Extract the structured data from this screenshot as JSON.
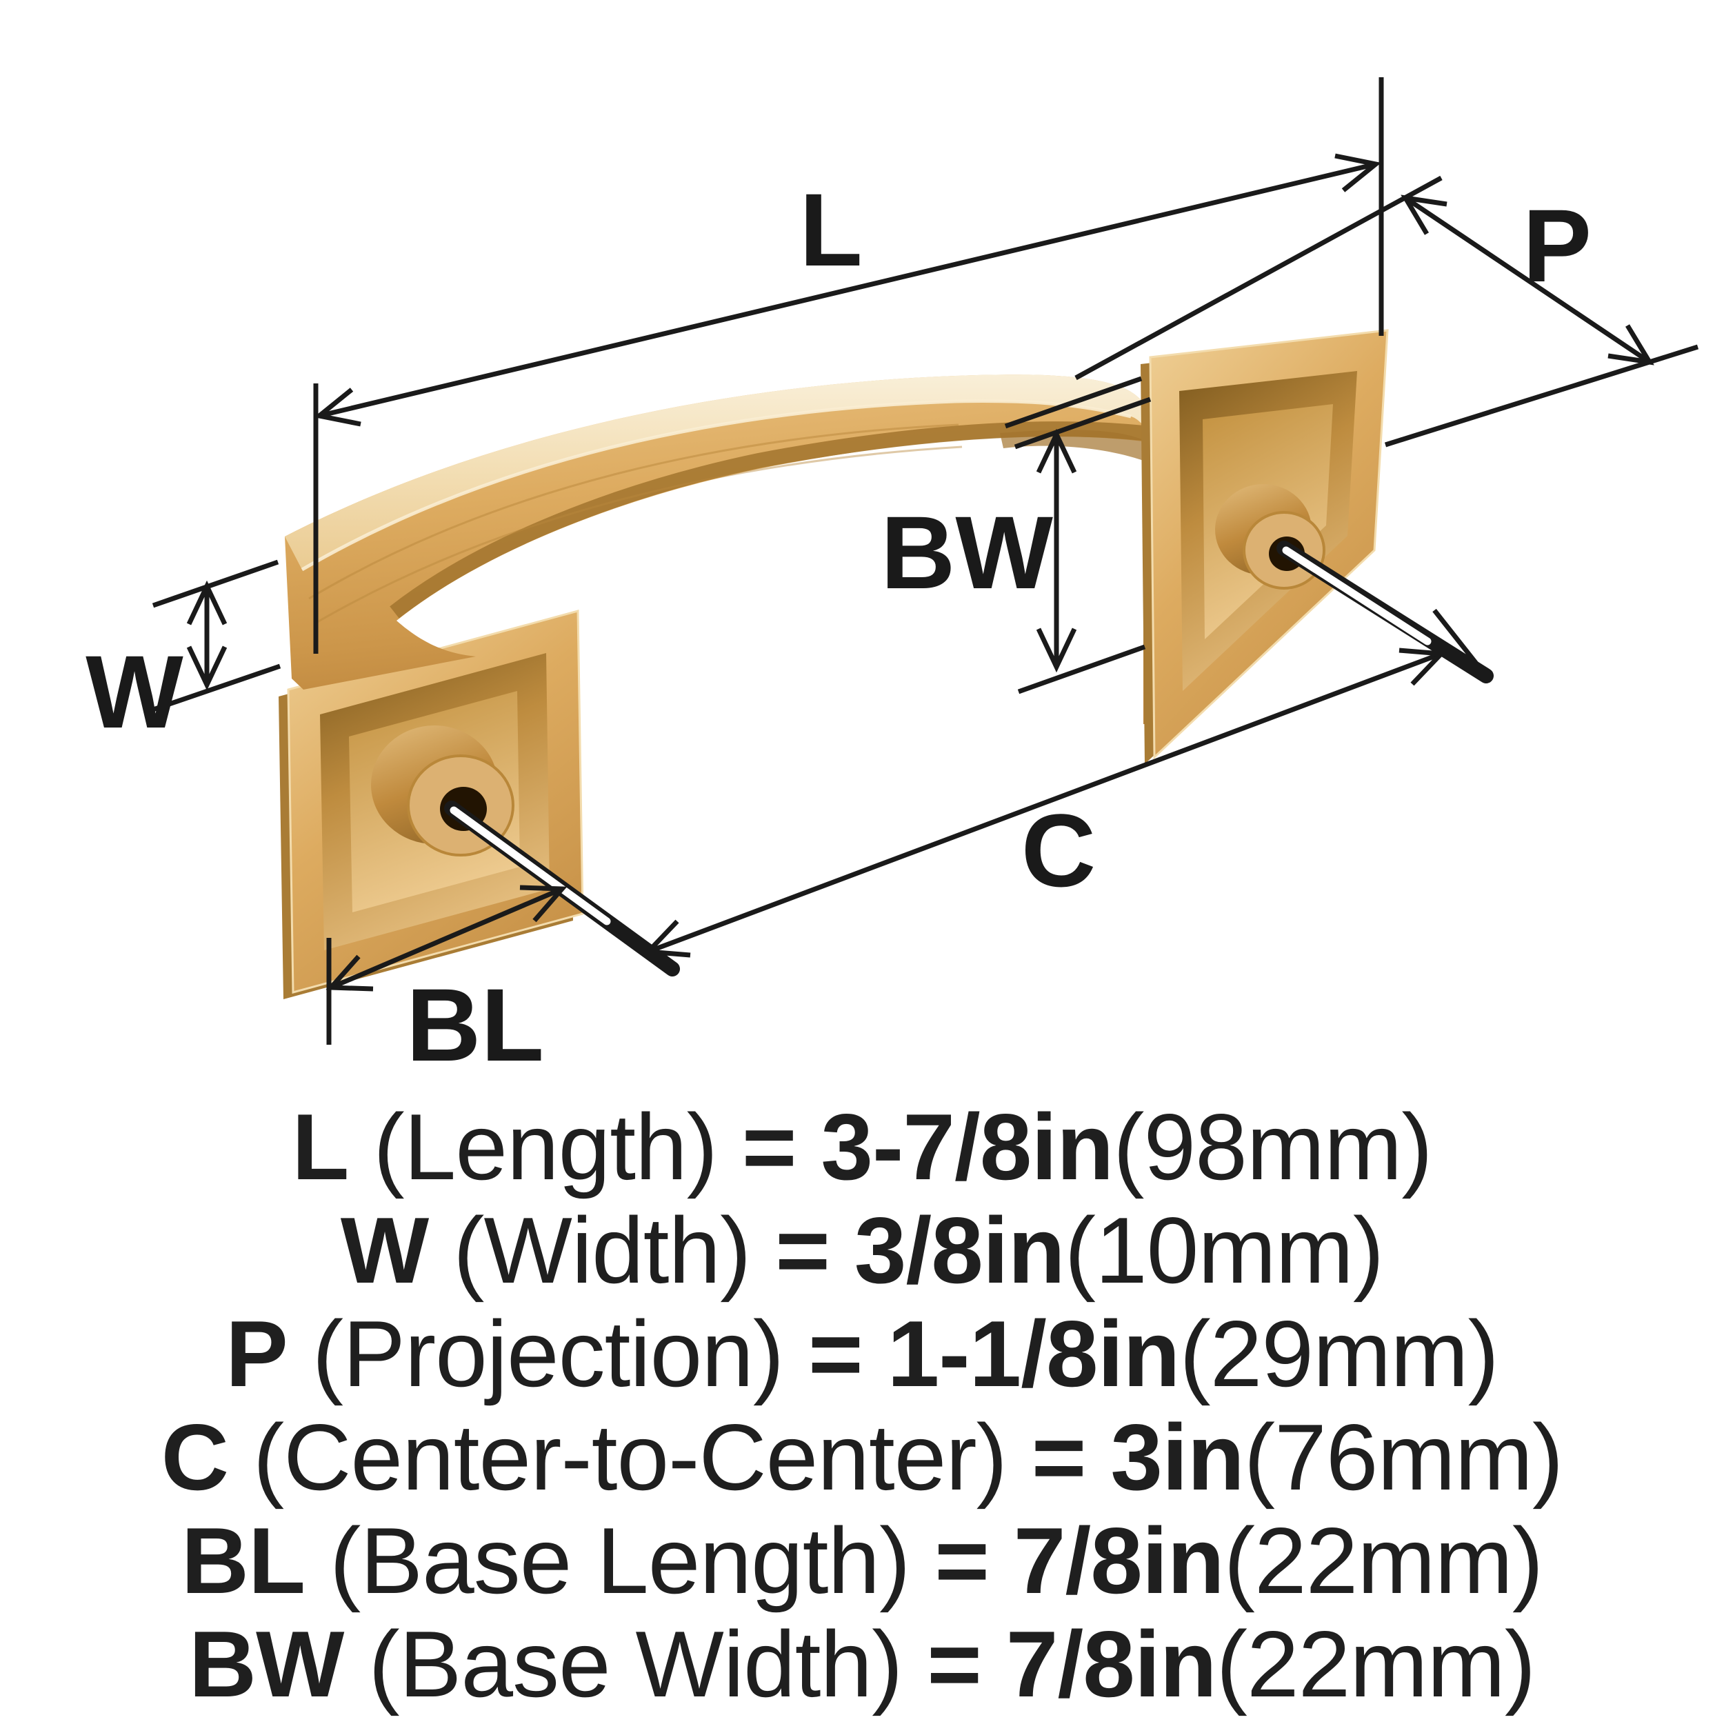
{
  "diagram": {
    "labels": {
      "l": "L",
      "w": "W",
      "p": "P",
      "c": "C",
      "bl": "BL",
      "bw": "BW"
    },
    "colors": {
      "brass_light": "#F6E7C6",
      "brass_mid": "#DDAB60",
      "brass_dark": "#A2742E",
      "dimension_line": "#1A1A1A",
      "background": "#FFFFFF"
    }
  },
  "specs": [
    {
      "label": "L",
      "name": "(Length)",
      "eq": "=",
      "value": "3-7/8in",
      "metric": "(98mm)"
    },
    {
      "label": "W",
      "name": "(Width)",
      "eq": "=",
      "value": "3/8in",
      "metric": "(10mm)"
    },
    {
      "label": "P",
      "name": "(Projection)",
      "eq": "=",
      "value": "1-1/8in",
      "metric": "(29mm)"
    },
    {
      "label": "C",
      "name": "(Center-to-Center)",
      "eq": "=",
      "value": "3in",
      "metric": "(76mm)"
    },
    {
      "label": "BL",
      "name": "(Base Length)",
      "eq": "=",
      "value": "7/8in",
      "metric": "(22mm)"
    },
    {
      "label": "BW",
      "name": "(Base Width)",
      "eq": "=",
      "value": "7/8in",
      "metric": "(22mm)"
    }
  ]
}
